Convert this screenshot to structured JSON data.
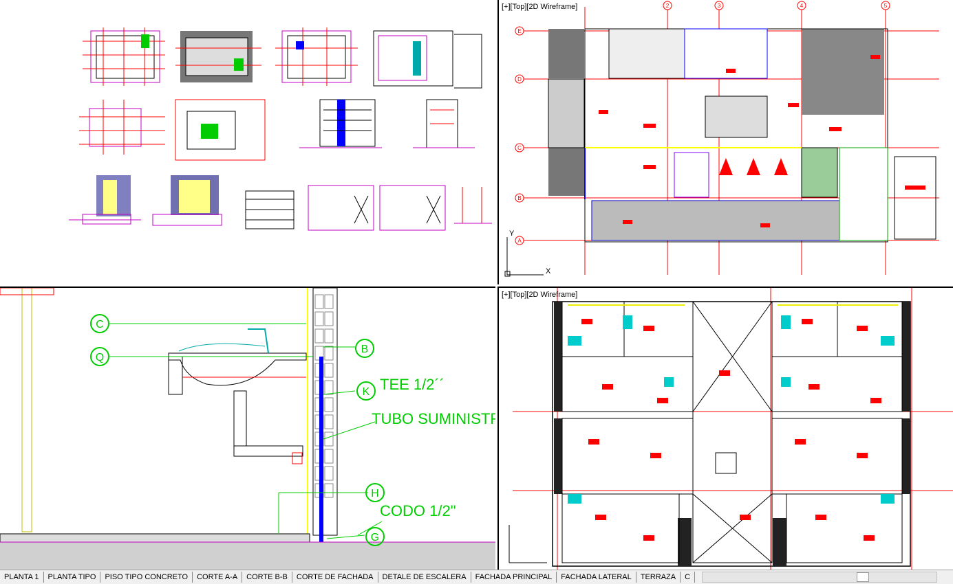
{
  "viewports": {
    "top_right_label": "[+][Top][2D Wireframe]",
    "bottom_right_label": "[+][Top][2D Wireframe]"
  },
  "detail": {
    "tee_label": "TEE 1/2´´",
    "tubo_label": "TUBO SUMINISTR",
    "codo_label": "CODO 1/2\"",
    "bubbles": [
      "C",
      "Q",
      "B",
      "K",
      "H",
      "G"
    ]
  },
  "grid_bubbles_top": [
    "2",
    "3",
    "4",
    "5"
  ],
  "grid_bubbles_side": [
    "E",
    "D",
    "C",
    "B",
    "A"
  ],
  "ucs": {
    "x": "X",
    "y": "Y"
  },
  "tabs": [
    "PLANTA 1",
    "PLANTA TIPO",
    "PISO TIPO CONCRETO",
    "CORTE A-A",
    "CORTE B-B",
    "CORTE DE FACHADA",
    "DETALE DE ESCALERA",
    "FACHADA PRINCIPAL",
    "FACHADA LATERAL",
    "TERRAZA",
    "C"
  ],
  "colors": {
    "accent_red": "#ff0000",
    "cad_green": "#00c800",
    "cad_blue": "#0000ff",
    "cad_magenta": "#ff00ff"
  }
}
